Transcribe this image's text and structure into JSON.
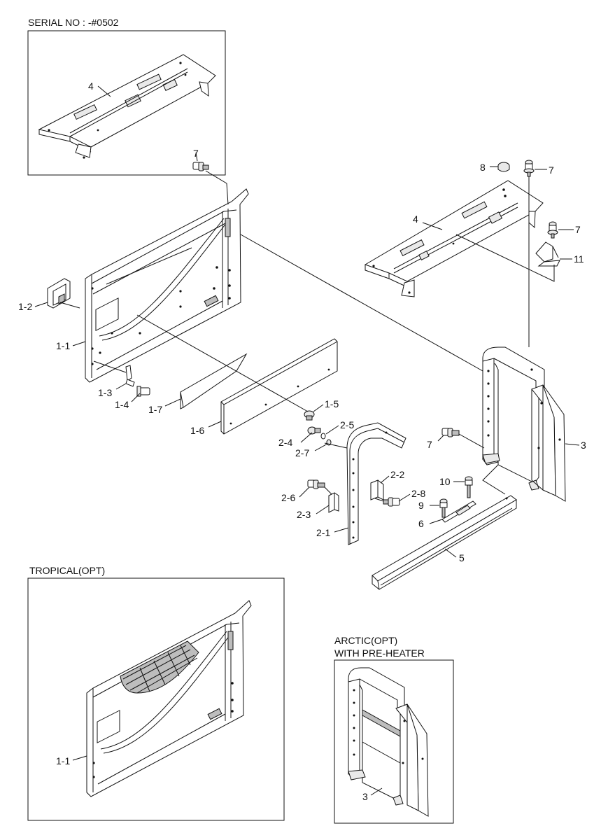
{
  "insets": {
    "serial": {
      "title": "SERIAL NO : -#0502"
    },
    "tropical": {
      "title": "TROPICAL(OPT)"
    },
    "arctic": {
      "title_line1": "ARCTIC(OPT)",
      "title_line2": "WITH PRE-HEATER"
    }
  },
  "callouts": {
    "serial_4": "4",
    "c7_top": "7",
    "c8": "8",
    "c7_right_top": "7",
    "c4_main": "4",
    "c7_right_mid": "7",
    "c11": "11",
    "c1_2": "1-2",
    "c1_1": "1-1",
    "c1_3": "1-3",
    "c1_4": "1-4",
    "c1_7": "1-7",
    "c1_5": "1-5",
    "c1_6": "1-6",
    "c2_5": "2-5",
    "c2_4": "2-4",
    "c2_7": "2-7",
    "c7_mid": "7",
    "c3": "3",
    "c2_2": "2-2",
    "c2_6": "2-6",
    "c2_8": "2-8",
    "c10": "10",
    "c2_3": "2-3",
    "c9": "9",
    "c6": "6",
    "c2_1": "2-1",
    "c5": "5",
    "tropical_1_1": "1-1",
    "arctic_3": "3"
  }
}
